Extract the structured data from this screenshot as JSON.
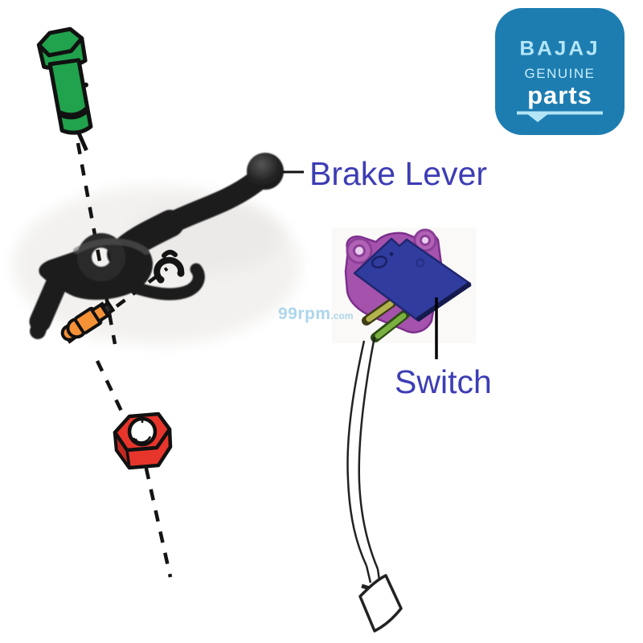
{
  "labels": {
    "brake_lever": "Brake Lever",
    "switch": "Switch",
    "color": "#3d3db5"
  },
  "watermark": {
    "text_main": "99rpm",
    "text_suffix": ".com",
    "color": "#a4d2ea"
  },
  "logo": {
    "brand": "BAJAJ",
    "line1": "GENUINE",
    "line2": "parts",
    "bg_color": "#1d7db1",
    "accent_color": "#b2e5f6",
    "parts_color": "#ffffff"
  },
  "parts": {
    "bolt": {
      "name": "adjuster-bolt",
      "color": "#21a24c"
    },
    "lever": {
      "name": "brake-lever",
      "color": "#1f1f1f"
    },
    "e_clip": {
      "name": "e-clip",
      "color": "#141414"
    },
    "pin": {
      "name": "pivot-pin",
      "color": "#f59137"
    },
    "nut": {
      "name": "hex-nut",
      "color": "#e8352b"
    },
    "nut_shadow": {
      "color": "#c22920"
    },
    "switch_body": {
      "name": "switch-body",
      "color": "#303c9e"
    },
    "switch_base": {
      "name": "switch-base",
      "color": "#a552ad"
    },
    "switch_ear": {
      "color": "#b162b5"
    },
    "terminal_a": {
      "color": "#b3b34e"
    },
    "terminal_b": {
      "color": "#7ab040"
    },
    "wire": {
      "name": "switch-wire",
      "color": "#ffffff"
    },
    "line_color": "#141414"
  }
}
